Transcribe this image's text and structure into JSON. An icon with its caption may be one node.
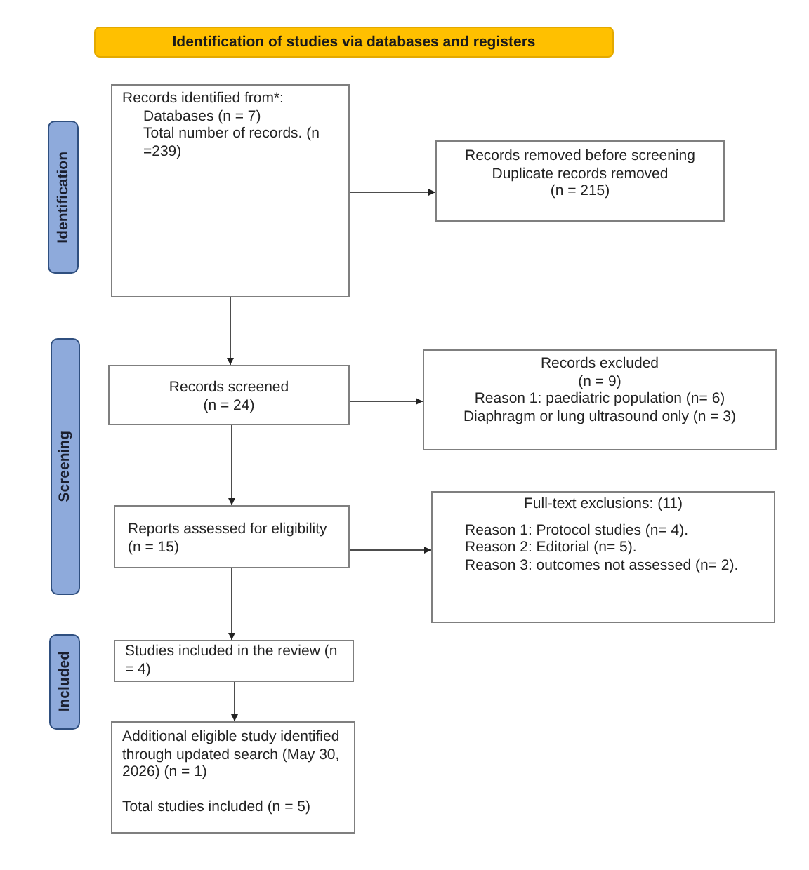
{
  "diagram": {
    "nodes": [
      {
        "text": [
          "Identification of studies via databases and registers"
        ]
      },
      {
        "text": [
          "Identification"
        ]
      },
      {
        "text": [
          "Records identified from*:",
          "Databases (n = 7)",
          "Total number of records. (n =239)"
        ]
      },
      {
        "text": [
          "Records removed before screening",
          "Duplicate records removed",
          "(n = 215)"
        ]
      },
      {
        "text": [
          "Screening"
        ]
      },
      {
        "text": [
          "Records screened",
          "(n = 24)"
        ]
      },
      {
        "text": [
          "Records excluded",
          "(n = 9)",
          "Reason 1: paediatric population (n= 6)",
          "Diaphragm or lung ultrasound only (n = 3)"
        ]
      },
      {
        "text": [
          "Reports assessed for eligibility",
          "(n = 15)"
        ]
      },
      {
        "text": [
          "Full-text exclusions: (11)",
          "Reason 1: Protocol studies (n= 4).",
          "Reason 2: Editorial (n= 5).",
          "Reason 3: outcomes not assessed (n= 2)."
        ]
      },
      {
        "text": [
          "Included"
        ]
      },
      {
        "text": [
          "Studies included in the review (n = 4)"
        ]
      },
      {
        "text": [
          "Additional eligible study identified through updated search (May 30, 2026) (n = 1)",
          "Total studies included (n = 5)"
        ]
      }
    ],
    "edges": [
      {
        "from": 2,
        "to": 3,
        "arrow": "to"
      },
      {
        "from": 2,
        "to": 5,
        "arrow": "to"
      },
      {
        "from": 5,
        "to": 6,
        "arrow": "to"
      },
      {
        "from": 5,
        "to": 7,
        "arrow": "to"
      },
      {
        "from": 7,
        "to": 8,
        "arrow": "to"
      },
      {
        "from": 7,
        "to": 10,
        "arrow": "to"
      },
      {
        "from": 10,
        "to": 11,
        "arrow": "to"
      }
    ]
  }
}
